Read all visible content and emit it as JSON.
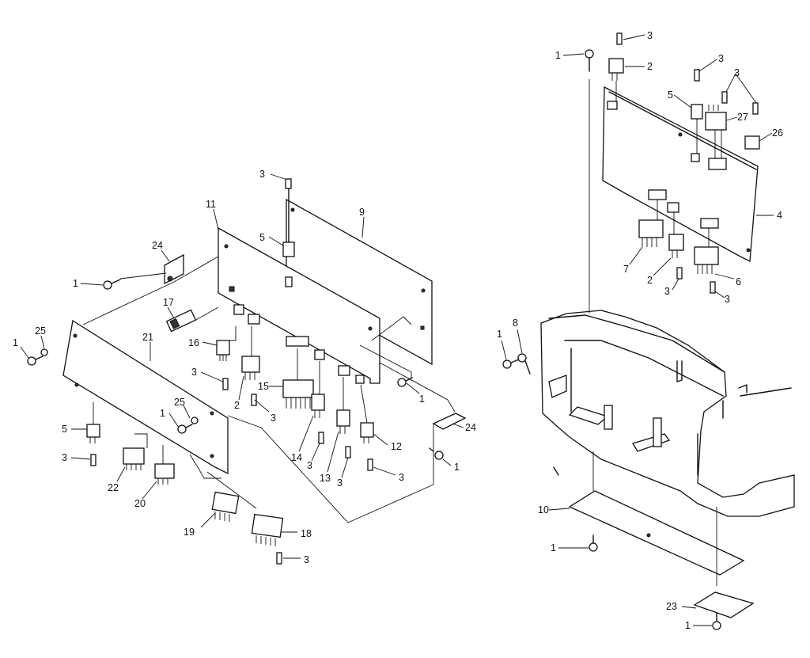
{
  "callouts": {
    "l_3_top": "3",
    "l_9": "9",
    "l_11": "11",
    "l_5_mid": "5",
    "l_24_top": "24",
    "l_1_a": "1",
    "l_17": "17",
    "l_25_a": "25",
    "l_1_b": "1",
    "l_21": "21",
    "l_16": "16",
    "l_3_b": "3",
    "l_2_mid": "2",
    "l_3_c": "3",
    "l_15": "15",
    "l_1_c": "1",
    "l_24_b": "24",
    "l_25_b": "25",
    "l_1_d": "1",
    "l_5_left": "5",
    "l_3_left": "3",
    "l_22": "22",
    "l_20": "20",
    "l_14": "14",
    "l_3_d": "3",
    "l_13": "13",
    "l_3_e": "3",
    "l_12": "12",
    "l_3_f": "3",
    "l_1_e": "1",
    "l_19": "19",
    "l_18": "18",
    "l_3_g": "3",
    "r_3_a": "3",
    "r_1_a": "1",
    "r_2_a": "2",
    "r_3_b": "3",
    "r_3_c": "3",
    "r_5": "5",
    "r_27": "27",
    "r_26": "26",
    "r_4": "4",
    "r_7": "7",
    "r_2_b": "2",
    "r_6": "6",
    "r_3_d": "3",
    "r_3_e": "3",
    "r_1_b": "1",
    "r_8": "8",
    "r_10": "10",
    "r_1_c": "1",
    "r_23": "23",
    "r_1_d": "1"
  }
}
